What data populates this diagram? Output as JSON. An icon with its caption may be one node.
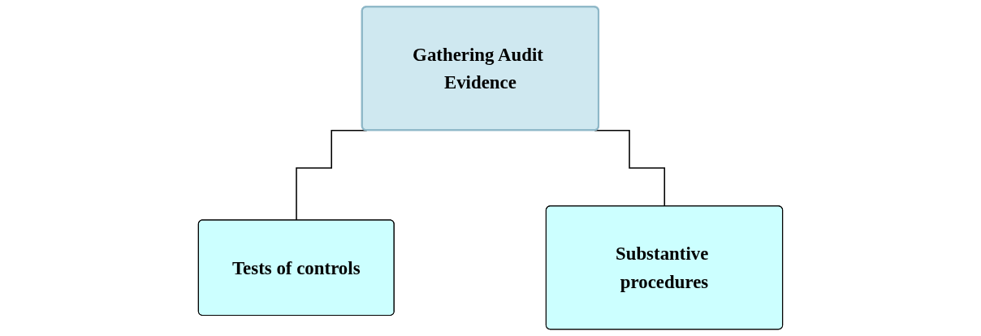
{
  "diagram": {
    "nodes": [
      {
        "text": [
          "Gathering Audit Evidence"
        ]
      },
      {
        "text": [
          "Tests of controls"
        ]
      },
      {
        "text": [
          "Substantive procedures"
        ]
      }
    ],
    "edges": [
      {
        "from": 0,
        "to": 1,
        "arrow": "none"
      },
      {
        "from": 0,
        "to": 2,
        "arrow": "none"
      }
    ]
  }
}
